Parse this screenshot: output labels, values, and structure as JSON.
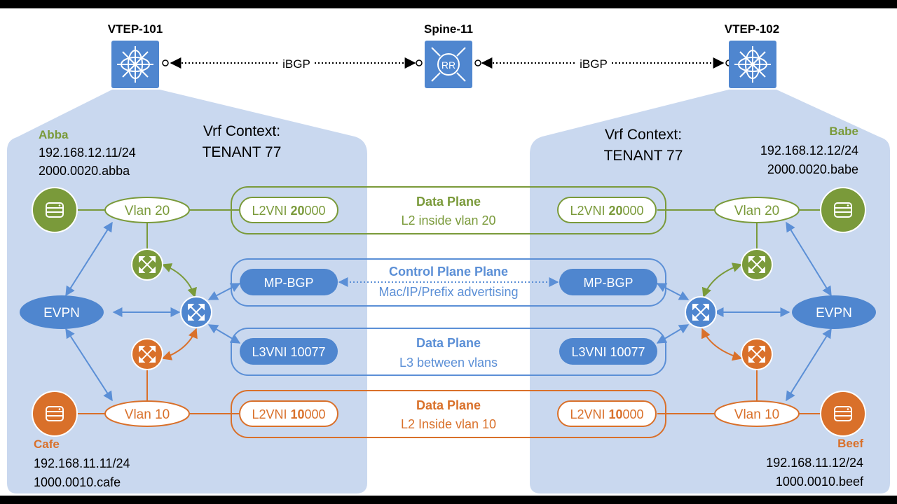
{
  "nodes": {
    "vtep_left": "VTEP-101",
    "spine": "Spine-11",
    "vtep_right": "VTEP-102",
    "rr": "RR"
  },
  "links": {
    "ibgp": "iBGP"
  },
  "left": {
    "host_top": {
      "name": "Abba",
      "ip": "192.168.12.11/24",
      "mac": "2000.0020.abba"
    },
    "host_bottom": {
      "name": "Cafe",
      "ip": "192.168.11.11/24",
      "mac": "1000.0010.cafe"
    },
    "vrf_line1": "Vrf Context:",
    "vrf_line2": "TENANT 77"
  },
  "right": {
    "host_top": {
      "name": "Babe",
      "ip": "192.168.12.12/24",
      "mac": "2000.0020.babe"
    },
    "host_bottom": {
      "name": "Beef",
      "ip": "192.168.11.12/24",
      "mac": "1000.0010.beef"
    },
    "vrf_line1": "Vrf Context:",
    "vrf_line2": "TENANT 77"
  },
  "vlans": {
    "v20": "Vlan 20",
    "v10": "Vlan 10",
    "evpn": "EVPN"
  },
  "vni": {
    "l2_prefix": "L2VNI ",
    "l2_20_bold": "20",
    "l2_20_rest": "000",
    "l2_10_bold": "10",
    "l2_10_rest": "000",
    "l3": "L3VNI 10077",
    "mpbgp": "MP-BGP"
  },
  "planes": {
    "dp20_title": "Data Plane",
    "dp20_sub": "L2 inside vlan 20",
    "cp_title": "Control Plane Plane",
    "cp_sub": "Mac/IP/Prefix advertising",
    "dp3_title": "Data Plane",
    "dp3_sub": "L3 between vlans",
    "dp10_title": "Data Plane",
    "dp10_sub": "L2 Inside vlan 10"
  },
  "colors": {
    "green": "#7a9a3a",
    "orange": "#d9702a",
    "blue": "#5b8fd6",
    "region": "#c9d8ef",
    "switch": "#4f86cf"
  }
}
